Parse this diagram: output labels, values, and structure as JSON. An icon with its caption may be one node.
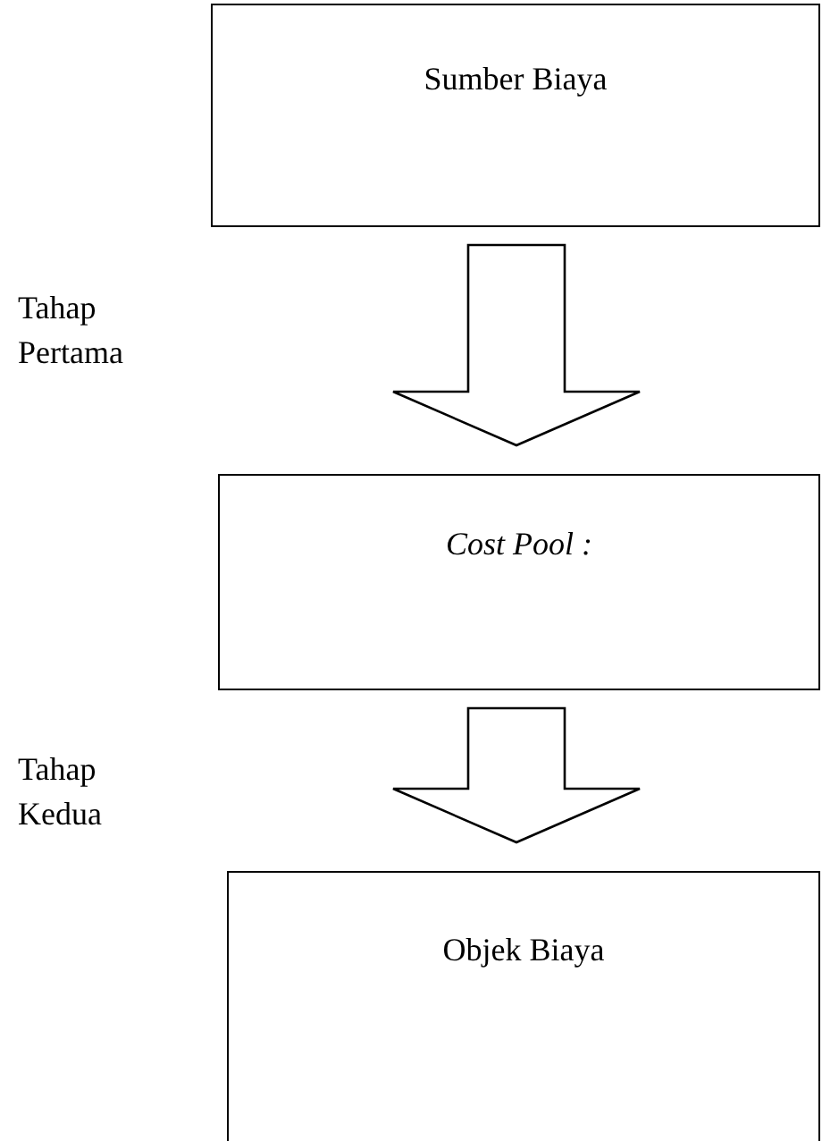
{
  "diagram": {
    "nodes": [
      {
        "text": [
          "Sumber Biaya"
        ]
      },
      {
        "text": [
          "Cost Pool :"
        ]
      },
      {
        "text": [
          "Objek Biaya"
        ]
      }
    ],
    "edges": [
      {
        "from": 0,
        "to": 1,
        "arrow": "to"
      },
      {
        "from": 1,
        "to": 2,
        "arrow": "to"
      }
    ],
    "labels": [
      "Tahap Pertama",
      "Tahap Kedua"
    ]
  }
}
